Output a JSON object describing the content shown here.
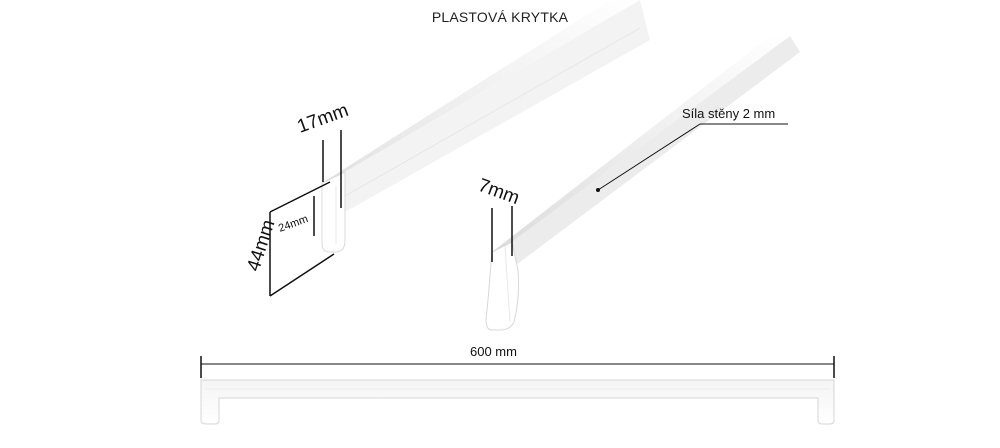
{
  "title": "PLASTOVÁ KRYTKA",
  "dimensions": {
    "width_top": "17mm",
    "height_total": "44mm",
    "height_inner": "24mm",
    "end_width": "7mm",
    "wall_thickness": "Síla stěny 2 mm",
    "length": "600 mm"
  },
  "colors": {
    "part": "#ffffff",
    "edge": "#d8d8d8",
    "line": "#111111"
  }
}
